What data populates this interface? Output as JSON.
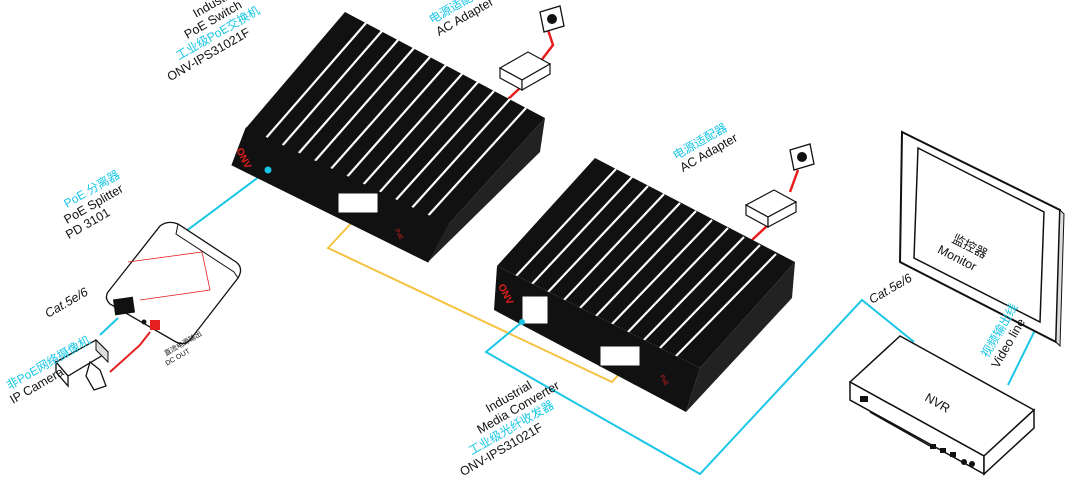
{
  "switch": {
    "line1": "Industrial",
    "line2": "PoE Switch",
    "line3_cn": "工业级PoE交换机",
    "model": "ONV-IPS31021F",
    "brand": "ONV"
  },
  "adapter_switch": {
    "cn": "电源适配器",
    "en": "AC Adapter"
  },
  "adapter_converter": {
    "cn": "电源适配器",
    "en": "AC Adapter"
  },
  "splitter": {
    "cn": "PoE 分离器",
    "en": "PoE Splitter",
    "model": "PD 3101"
  },
  "dc_out": {
    "cn": "直流电源输出",
    "en": "DC OUT"
  },
  "cable_left": "Cat.5e/6",
  "camera": {
    "cn": "非PoE网络摄像机",
    "en": "IP Camera"
  },
  "converter": {
    "line1": "Industrial",
    "line2": "Media Converter",
    "line3_cn": "工业级光纤收发器",
    "model": "ONV-IPS31021F",
    "brand": "ONV"
  },
  "monitor": {
    "cn": "监控器",
    "en": "Monitor"
  },
  "cable_right": "Cat.5e/6",
  "video_line": {
    "cn": "视频输出线",
    "en": "Video line"
  },
  "nvr": {
    "label": "NVR"
  },
  "colors": {
    "ethernet": "#19c6e6",
    "fiber": "#f5c242",
    "power": "#e61e1e",
    "highlight_text": "#19c6e6",
    "device_body": "#111111"
  }
}
